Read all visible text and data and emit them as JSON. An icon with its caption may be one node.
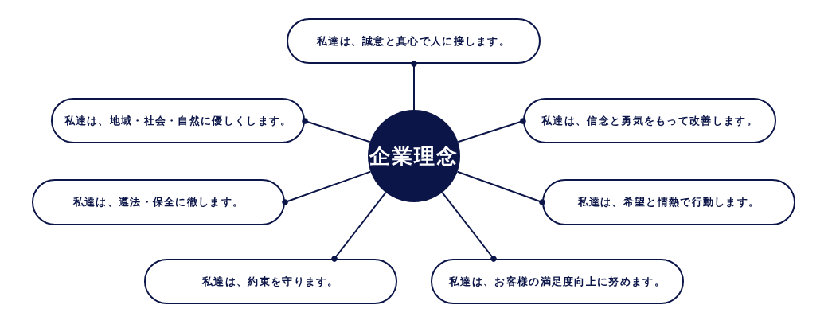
{
  "diagram": {
    "nodes": [
      {
        "text": [
          "企業理念"
        ]
      },
      {
        "text": [
          "私達は、誠意と真心で人に接します。"
        ]
      },
      {
        "text": [
          "私達は、地域・社会・自然に優しくします。"
        ]
      },
      {
        "text": [
          "私達は、信念と勇気をもって改善します。"
        ]
      },
      {
        "text": [
          "私達は、遵法・保全に徹します。"
        ]
      },
      {
        "text": [
          "私達は、希望と情熱で行動します。"
        ]
      },
      {
        "text": [
          "私達は、約束を守ります。"
        ]
      },
      {
        "text": [
          "私達は、お客様の満足度向上に努めます。"
        ]
      }
    ],
    "edges": [
      {
        "from": 0,
        "to": 1,
        "arrow": "other"
      },
      {
        "from": 0,
        "to": 2,
        "arrow": "other"
      },
      {
        "from": 0,
        "to": 3,
        "arrow": "other"
      },
      {
        "from": 0,
        "to": 4,
        "arrow": "other"
      },
      {
        "from": 0,
        "to": 5,
        "arrow": "other"
      },
      {
        "from": 0,
        "to": 6,
        "arrow": "other"
      },
      {
        "from": 0,
        "to": 7,
        "arrow": "other"
      }
    ]
  }
}
